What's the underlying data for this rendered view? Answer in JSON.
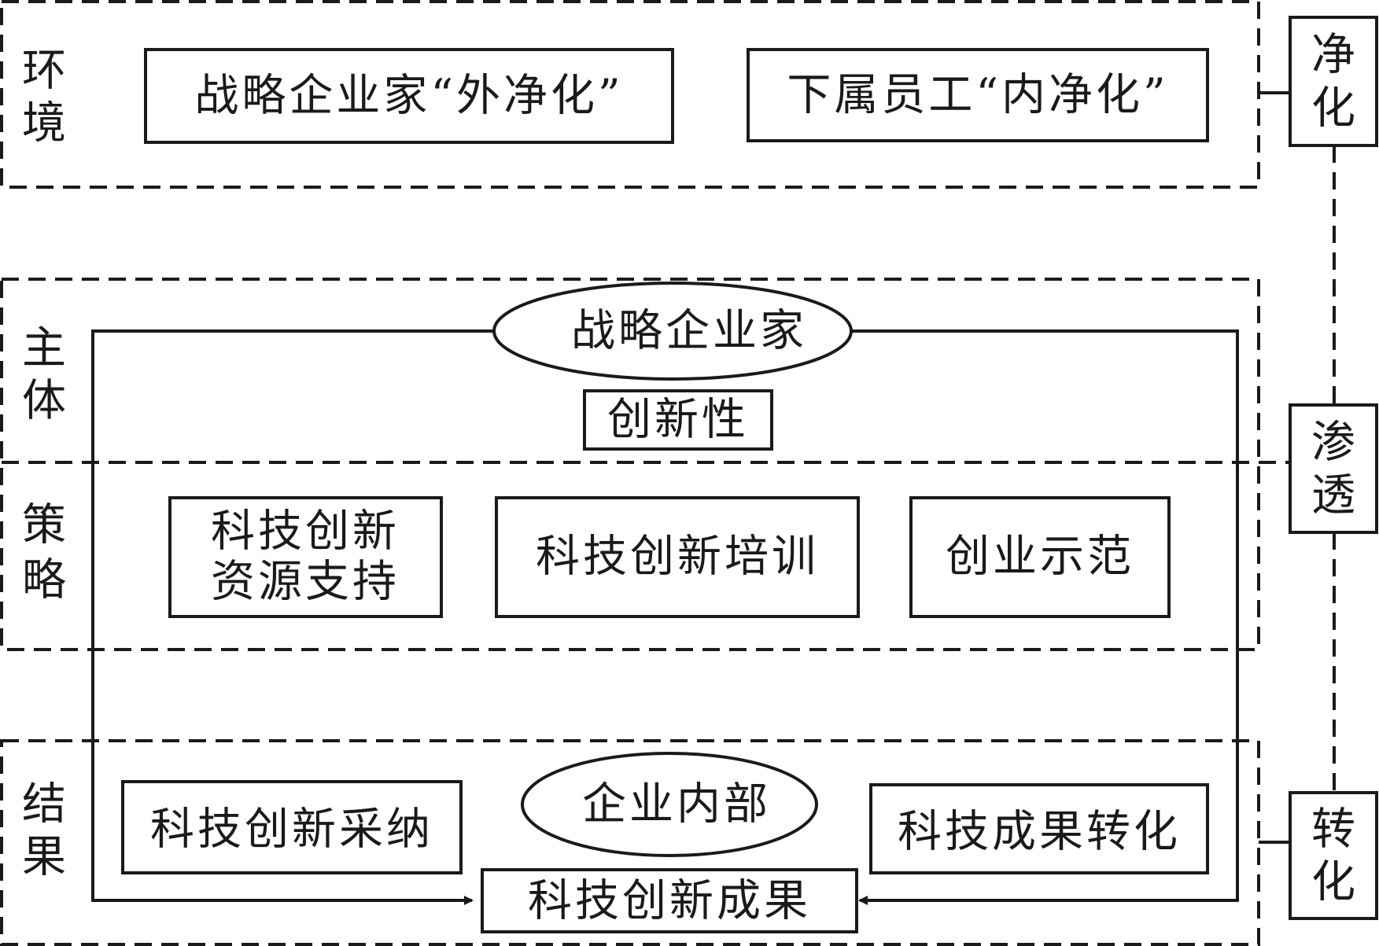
{
  "environment": {
    "label": [
      "环",
      "境"
    ],
    "box_outer": "战略企业家“外净化”",
    "box_inner": "下属员工“内净化”"
  },
  "subject": {
    "label": [
      "主",
      "体"
    ],
    "ellipse": "战略企业家",
    "box": "创新性"
  },
  "strategy": {
    "label": [
      "策",
      "略"
    ],
    "box_resources": [
      "科技创新",
      "资源支持"
    ],
    "box_training": "科技创新培训",
    "box_demo": "创业示范"
  },
  "result": {
    "label": [
      "结",
      "果"
    ],
    "box_adoption": "科技创新采纳",
    "ellipse": "企业内部",
    "box_transform": "科技成果转化",
    "box_outcome": "科技创新成果"
  },
  "side": {
    "purify": [
      "净",
      "化"
    ],
    "permeate": [
      "渗",
      "透"
    ],
    "transform": [
      "转",
      "化"
    ]
  }
}
